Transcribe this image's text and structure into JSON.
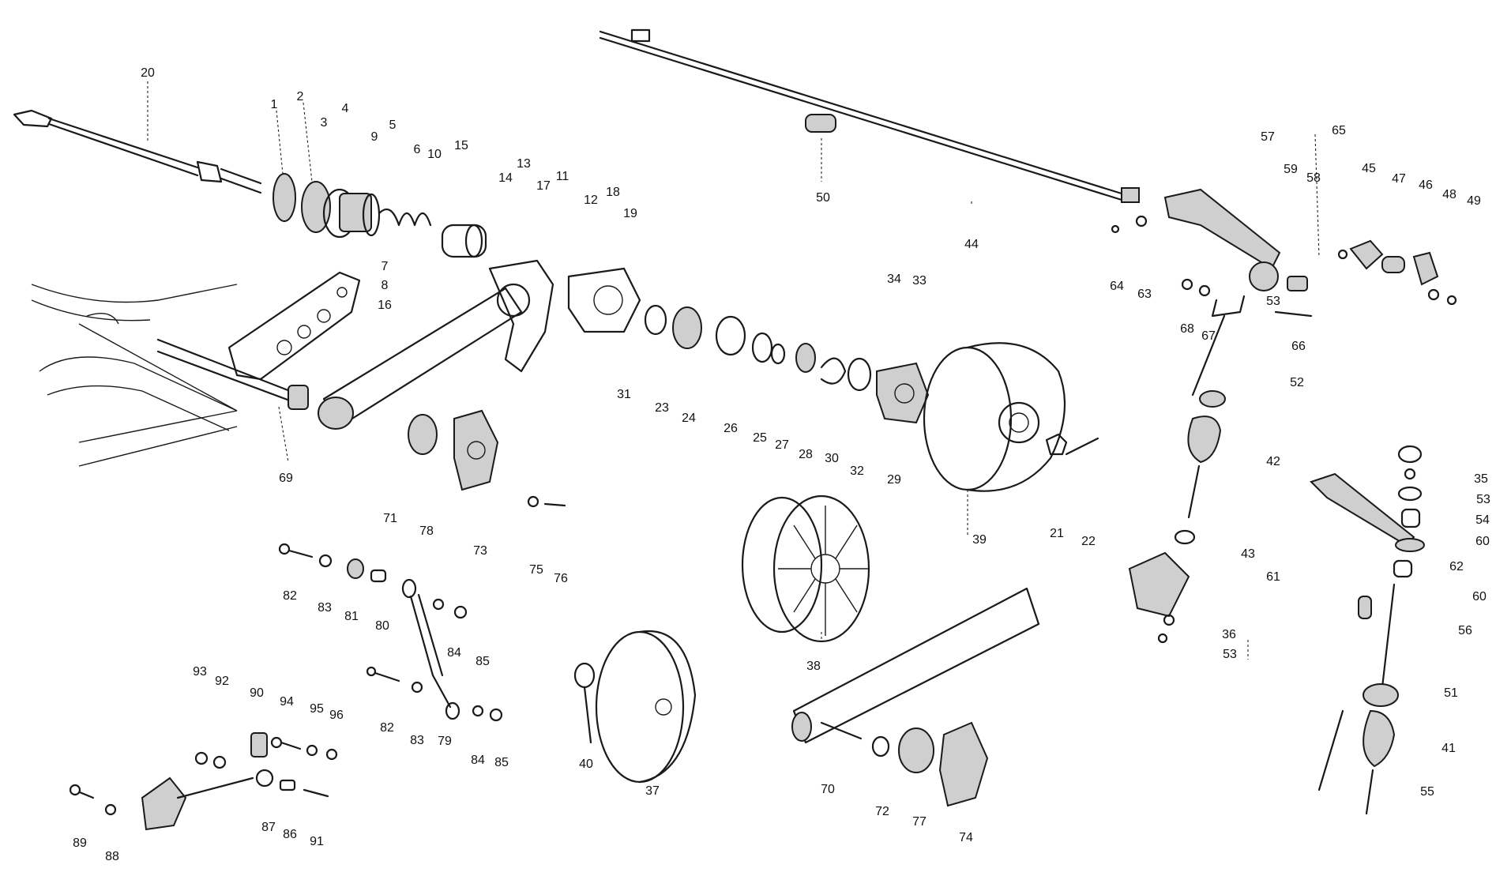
{
  "diagram": {
    "callouts": [
      "1",
      "2",
      "3",
      "4",
      "5",
      "6",
      "7",
      "8",
      "9",
      "10",
      "11",
      "12",
      "13",
      "14",
      "15",
      "16",
      "17",
      "18",
      "19",
      "20",
      "21",
      "22",
      "23",
      "24",
      "25",
      "26",
      "27",
      "28",
      "29",
      "30",
      "31",
      "32",
      "33",
      "34",
      "35",
      "36",
      "37",
      "38",
      "39",
      "40",
      "41",
      "42",
      "43",
      "44",
      "45",
      "46",
      "47",
      "48",
      "49",
      "50",
      "51",
      "52",
      "53",
      "53",
      "53",
      "54",
      "55",
      "56",
      "57",
      "58",
      "59",
      "60",
      "60",
      "61",
      "62",
      "63",
      "64",
      "65",
      "66",
      "67",
      "68",
      "69",
      "70",
      "71",
      "72",
      "73",
      "74",
      "75",
      "76",
      "77",
      "78",
      "79",
      "80",
      "81",
      "82",
      "82",
      "83",
      "83",
      "84",
      "84",
      "85",
      "85",
      "86",
      "87",
      "88",
      "89",
      "90",
      "91",
      "92",
      "93",
      "94",
      "95",
      "96"
    ]
  }
}
